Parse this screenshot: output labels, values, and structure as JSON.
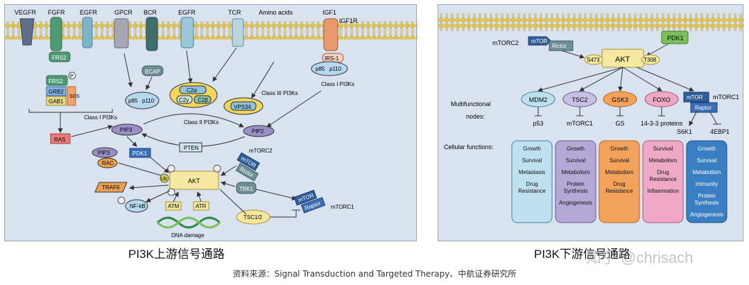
{
  "left": {
    "receptors": [
      "VEGFR",
      "FGFR",
      "EGFR",
      "GPCR",
      "BCR",
      "EGFR",
      "TCR",
      "Amino acids",
      "IGF1",
      "IGF1R"
    ],
    "nodes": {
      "frs2a": "FRS2",
      "frs2b": "FRS2",
      "grb2": "GRB2",
      "gab1": "GAB1",
      "sos": "SOS",
      "ras": "RAS",
      "p_label": "P",
      "bcap": "BCAP",
      "p85": "p85",
      "p110": "p110",
      "irs1": "IRS-1",
      "p85b": "p85",
      "p110b": "p110",
      "c2a": "C2α",
      "c2y": "C2γ",
      "c2b": "C2β",
      "vps34": "VPS34",
      "pip3": "PIP3",
      "pip2": "PIP2",
      "pten": "PTEN",
      "pip3b": "PIP3",
      "rac": "RAC",
      "pdk1": "PDK1",
      "ub": "Ub",
      "akt": "AKT",
      "traf6": "TRAF6",
      "nfkb": "NF-kB",
      "atm": "ATM",
      "atr": "ATR",
      "tbk1": "TBK1",
      "tsc12": "TSC1/2",
      "mtor": "mTOR",
      "rictor": "Rictor",
      "mtor2": "mTOR",
      "raptor": "Raptor"
    },
    "labels": {
      "class1a": "Class I PI3Ks",
      "class1b": "Class I PI3Ks",
      "class2": "Class II PI3Ks",
      "class3": "Class III PI3Ks",
      "mtorc2": "mTORC2",
      "mtorc1": "mTORC1",
      "dna": "DNA damage"
    },
    "caption": "PI3K上游信号通路"
  },
  "right": {
    "mtorc2": "mTORC2",
    "mtor": "mTOR",
    "rictor": "Rictor",
    "pdk1": "PDK1",
    "akt": "AKT",
    "s473": "S473",
    "t308": "T308",
    "multi": "Multifunctional",
    "nodes_label": "nodes:",
    "cell_func": "Cellular functions:",
    "targets": [
      {
        "name": "MDM2",
        "out": "p53",
        "color": "#bfe0ef",
        "stroke": "#4a7f9c"
      },
      {
        "name": "TSC2",
        "out": "mTORC1",
        "color": "#c9bfe2",
        "stroke": "#6c5a9a"
      },
      {
        "name": "GSK3",
        "out": "GS",
        "color": "#f2a25a",
        "stroke": "#b06a1f"
      },
      {
        "name": "FOXO",
        "out": "14-3-3 proteins",
        "color": "#eeaac5",
        "stroke": "#a9557a"
      }
    ],
    "mtor1": "mTOR",
    "raptor": "Raptor",
    "mtorc1": "mTORC1",
    "s6k1": "S6K1",
    "ebp1": "4EBP1",
    "functions": [
      {
        "items": [
          "Growth",
          "Survival",
          "Metastasis",
          "Drug\nResistance"
        ],
        "fill": "#bfe0ef",
        "stroke": "#4a7f9c"
      },
      {
        "items": [
          "Growth",
          "Survival",
          "Metabolism",
          "Protein\nSynthesis",
          "Angiogenesis"
        ],
        "fill": "#b6a8d6",
        "stroke": "#6c5a9a"
      },
      {
        "items": [
          "Growth",
          "Survival",
          "Metabolism",
          "Drug\nResistance"
        ],
        "fill": "#f2a25a",
        "stroke": "#b06a1f"
      },
      {
        "items": [
          "Survival",
          "Metabolism",
          "Drug\nResistance",
          "Inflammation"
        ],
        "fill": "#eeaac5",
        "stroke": "#a9557a"
      },
      {
        "items": [
          "Growth",
          "Survival",
          "Metabolism",
          "Immunity",
          "Protein\nSynthesis",
          "Angiogenesis"
        ],
        "fill": "#3a7fc4",
        "stroke": "#1f4f85"
      }
    ],
    "caption": "PI3K下游信号通路"
  },
  "source": "资料来源：Signal Transduction and Targeted Therapy、中航证券研究所",
  "watermark": "知乎 @chrisach"
}
